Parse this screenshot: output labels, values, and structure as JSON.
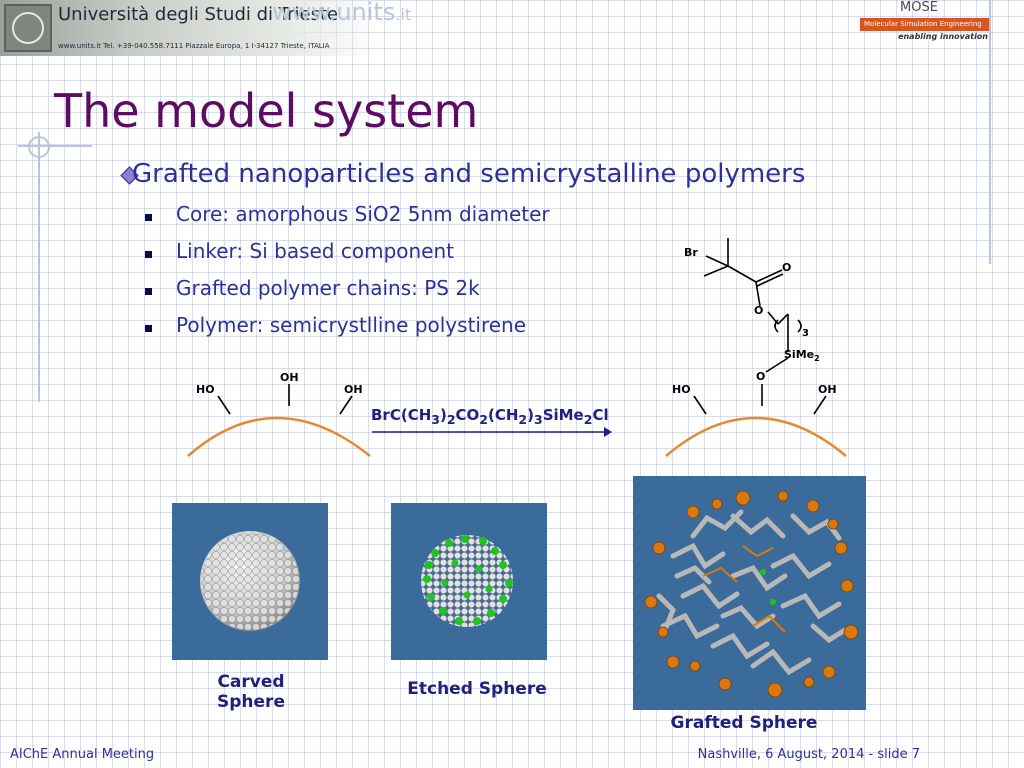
{
  "header": {
    "university_name": "Università degli Studi di Trieste",
    "university_address": "www.units.it  Tel. +39-040.558.7111  Piazzale Europa, 1  I-34127 Trieste, ITALIA",
    "watermark": "www.units",
    "watermark_suffix": ".it",
    "mose_name": "MOSE",
    "mose_bar": "Molecular Simulation Engineering",
    "mose_tagline": "enabling innovation"
  },
  "slide": {
    "title": "The model system",
    "main_bullet": "Grafted nanoparticles and semicrystalline polymers",
    "sub_bullets": [
      "Core: amorphous SiO2 5nm diameter",
      "Linker: Si based component",
      "Grafted polymer chains: PS 2k",
      "Polymer: semicrystlline polystirene"
    ]
  },
  "molecule": {
    "br": "Br",
    "o_top": "O",
    "o_mid": "O",
    "chain_subscript": "3",
    "sime": "SiMe",
    "sime_sub": "2",
    "o_link": "O"
  },
  "reaction": {
    "left_oh_top": "OH",
    "left_ho": "HO",
    "left_oh_right": "OH",
    "right_ho": "HO",
    "right_oh": "OH",
    "reagent_parts": [
      "BrC(CH",
      "3",
      ")",
      "2",
      "CO",
      "2",
      "(CH",
      "2",
      ")",
      "3",
      "SiMe",
      "2",
      "Cl"
    ]
  },
  "images": [
    {
      "caption_line1": "Carved",
      "caption_line2": "Sphere"
    },
    {
      "caption": "Etched Sphere"
    },
    {
      "caption": "Grafted Sphere"
    }
  ],
  "footer": {
    "left": "AIChE Annual Meeting",
    "right": "Nashville, 6 August, 2014 - slide 7"
  },
  "colors": {
    "title": "#5d0b63",
    "text": "#2f2f9a",
    "arc": "#e8892e",
    "panel": "#3a6b9a",
    "silica": "#d8d8d8",
    "etched_green": "#1fc41f",
    "graft_orange": "#d9780f"
  }
}
